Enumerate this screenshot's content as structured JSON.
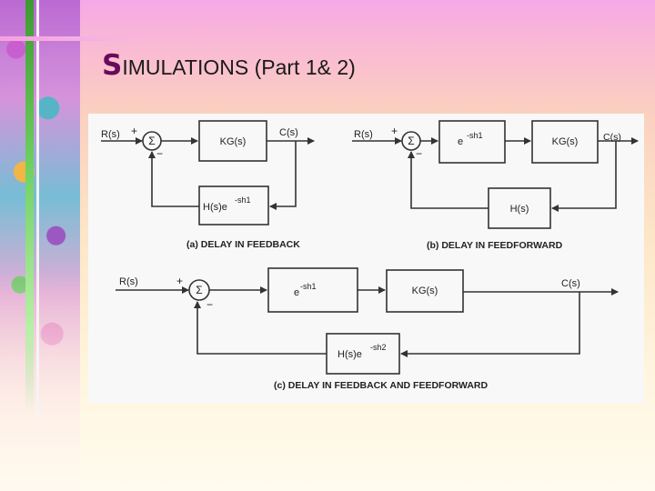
{
  "slide": {
    "title_initial": "S",
    "title_rest": "IMULATIONS (Part 1& 2)"
  },
  "figure": {
    "diagram_a": {
      "input": "R(s)",
      "output": "C(s)",
      "plus": "+",
      "minus": "−",
      "sum": "Σ",
      "forward": "KG(s)",
      "feedback": "H(s)e",
      "feedback_exp": "-sh1",
      "caption": "(a) DELAY IN FEEDBACK"
    },
    "diagram_b": {
      "input": "R(s)",
      "output": "C(s)",
      "plus": "+",
      "minus": "−",
      "sum": "Σ",
      "delay": "e",
      "delay_exp": "-sh1",
      "forward": "KG(s)",
      "feedback": "H(s)",
      "caption": "(b) DELAY IN FEEDFORWARD"
    },
    "diagram_c": {
      "input": "R(s)",
      "output": "C(s)",
      "plus": "+",
      "minus": "−",
      "sum": "Σ",
      "delay": "e",
      "delay_exp": "-sh1",
      "forward": "KG(s)",
      "feedback": "H(s)e",
      "feedback_exp": "-sh2",
      "caption": "(c) DELAY IN FEEDBACK AND FEEDFORWARD"
    }
  }
}
